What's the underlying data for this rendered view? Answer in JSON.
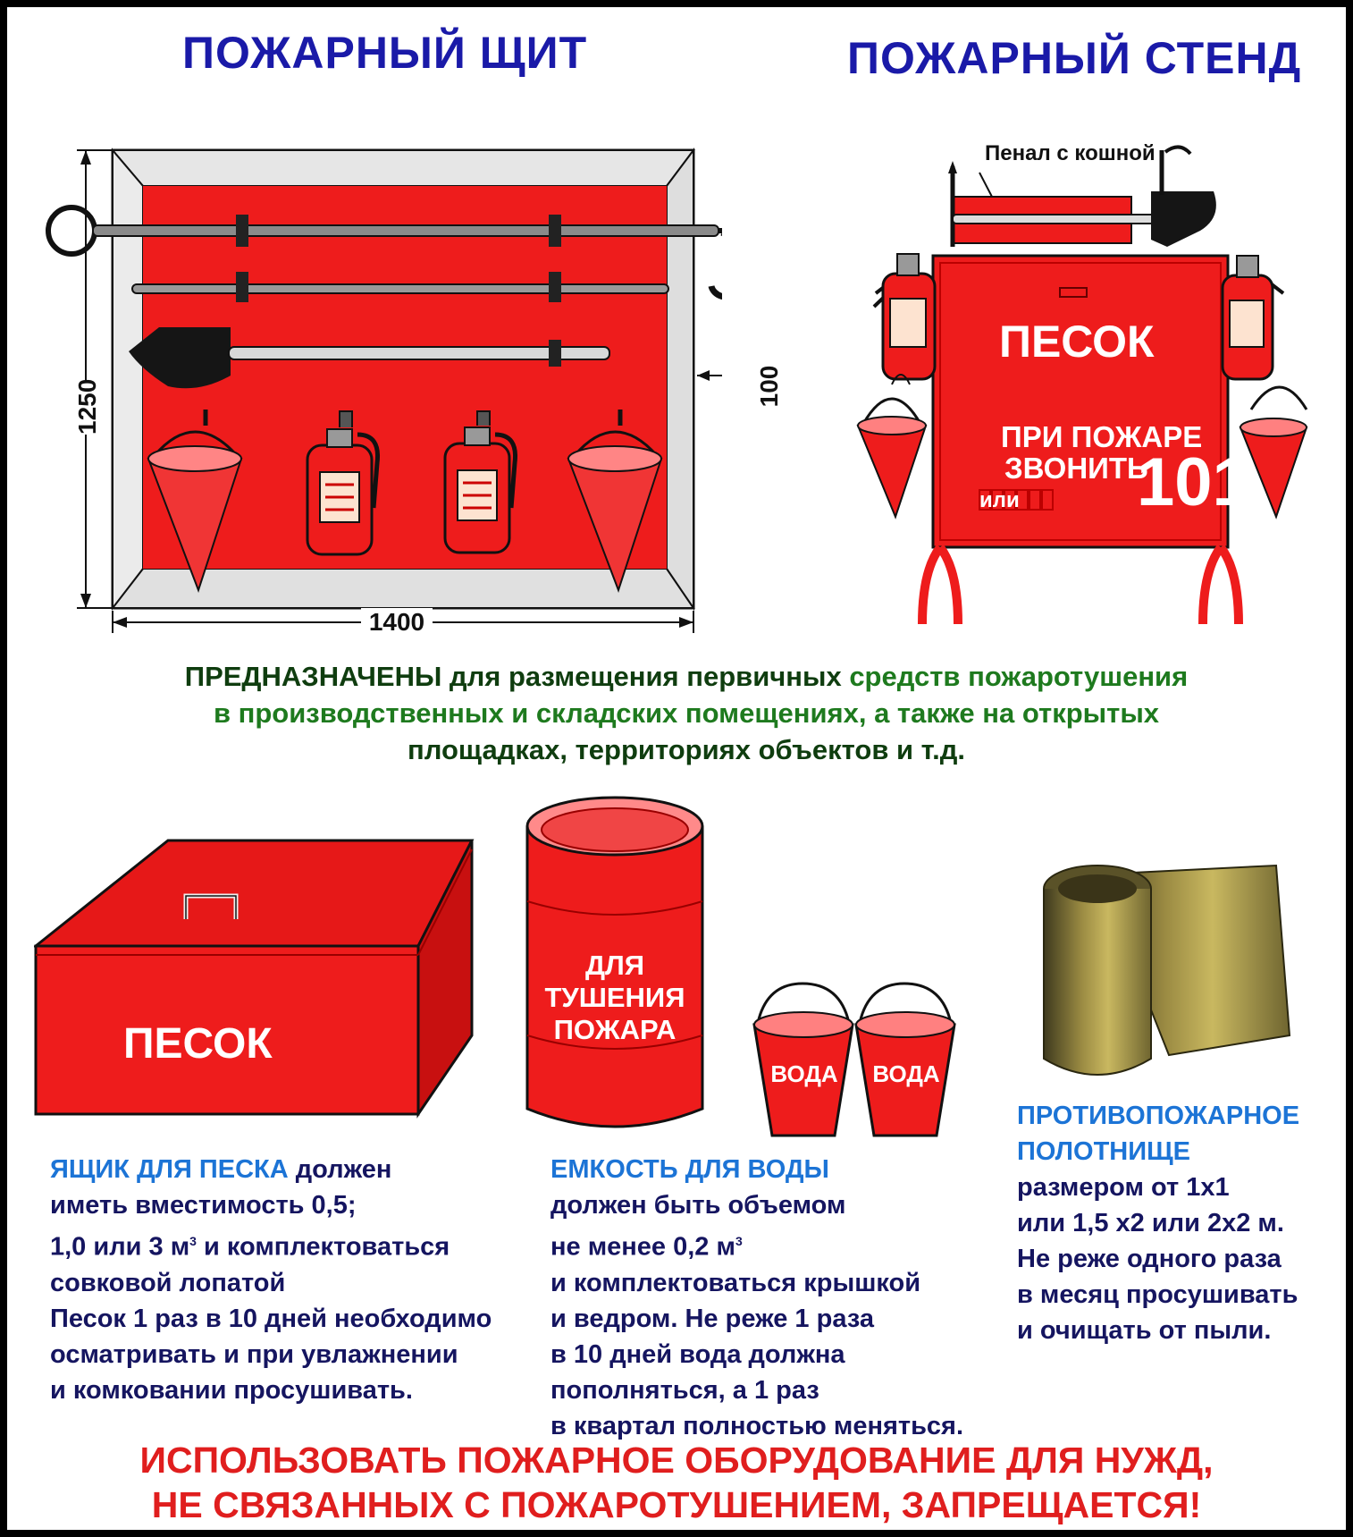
{
  "headings": {
    "shield": "ПОЖАРНЫЙ ЩИТ",
    "stand": "ПОЖАРНЫЙ СТЕНД"
  },
  "shield": {
    "height_mm": "1250",
    "width_mm": "1400",
    "offset_mm": "100"
  },
  "stand": {
    "case_label": "Пенал с кошной",
    "box_label": "ПЕСОК",
    "fire_line1": "ПРИ ПОЖАРЕ",
    "fire_line2": "ЗВОНИТЬ",
    "fire_line3": "или",
    "phone": "101"
  },
  "purpose": {
    "line1_a": "ПРЕДНАЗНАЧЕНЫ",
    "line1_b": " для размещения первичных",
    "line1_c": " средств пожаротушения",
    "line2_a": "в производственных и складских помещениях, а также",
    "line2_b": " на открытых",
    "line3": "площадках, территориях объектов и т.д."
  },
  "sand_box": {
    "label": "ПЕСОК",
    "title": "ЯЩИК ДЛЯ ПЕСКА",
    "line1_rest": " должен",
    "line2": "иметь вместимость 0,5;",
    "line3_a": "1,0 или 3 м",
    "line3_sup": "3",
    "line3_b": " и комплектоваться",
    "line4": "совковой лопатой",
    "line5": "Песок 1 раз в 10 дней необходимо",
    "line6": "осматривать и при увлажнении",
    "line7": "и комковании просушивать."
  },
  "water_tank": {
    "barrel_line1": "ДЛЯ",
    "barrel_line2": "ТУШЕНИЯ",
    "barrel_line3": "ПОЖАРА",
    "bucket1": "ВОДА",
    "bucket2": "ВОДА",
    "title": "ЕМКОСТЬ ДЛЯ ВОДЫ",
    "line2": "должен  быть объемом",
    "line3_a": "не менее 0,2 м",
    "line3_sup": "3",
    "line4": "и комплектоваться крышкой",
    "line5": "и ведром. Не реже 1 раза",
    "line6": "в 10 дней вода должна",
    "line7": "пополняться, а 1 раз",
    "line8": "в квартал полностью меняться."
  },
  "blanket": {
    "title1": "ПРОТИВОПОЖАРНОЕ",
    "title2": "ПОЛОТНИЩЕ",
    "line1": "размером  от 1х1",
    "line2": "или 1,5 х2  или 2х2 м.",
    "line3": "Не реже одного раза",
    "line4": "в месяц просушивать",
    "line5": "и очищать от пыли."
  },
  "warning": {
    "line1": "ИСПОЛЬЗОВАТЬ ПОЖАРНОЕ ОБОРУДОВАНИЕ ДЛЯ НУЖД,",
    "line2": "НЕ СВЯЗАННЫХ С ПОЖАРОТУШЕНИЕМ, ЗАПРЕЩАЕТСЯ!"
  },
  "colors": {
    "red": "#ee1c1c",
    "blue_heading": "#1a1aa8",
    "green_text": "#1e7a1e",
    "warning_red": "#e01e1e"
  }
}
